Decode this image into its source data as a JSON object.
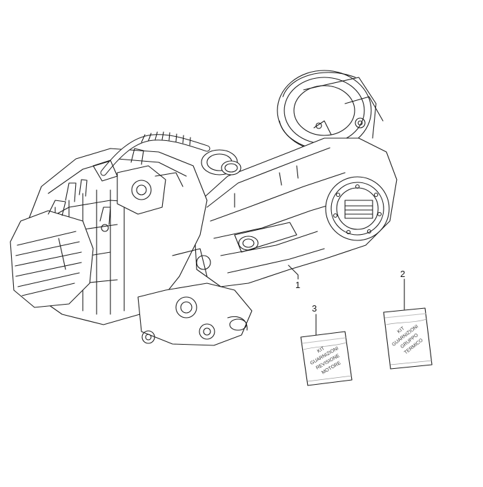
{
  "diagram": {
    "callouts": [
      {
        "id": "1",
        "label": "1"
      },
      {
        "id": "2",
        "label": "2"
      },
      {
        "id": "3",
        "label": "3"
      }
    ],
    "bag_kit_2": {
      "lines": [
        "KIT",
        "GUARNIZIONI",
        "GRUPPO",
        "TERMICO"
      ]
    },
    "bag_kit_3": {
      "lines": [
        "KIT",
        "GUARNIZIONI",
        "REVISIONE",
        "MOTORE"
      ]
    },
    "colors": {
      "line": "#1a1a1a",
      "fill": "#ffffff",
      "shade": "#d8d8d8"
    }
  }
}
